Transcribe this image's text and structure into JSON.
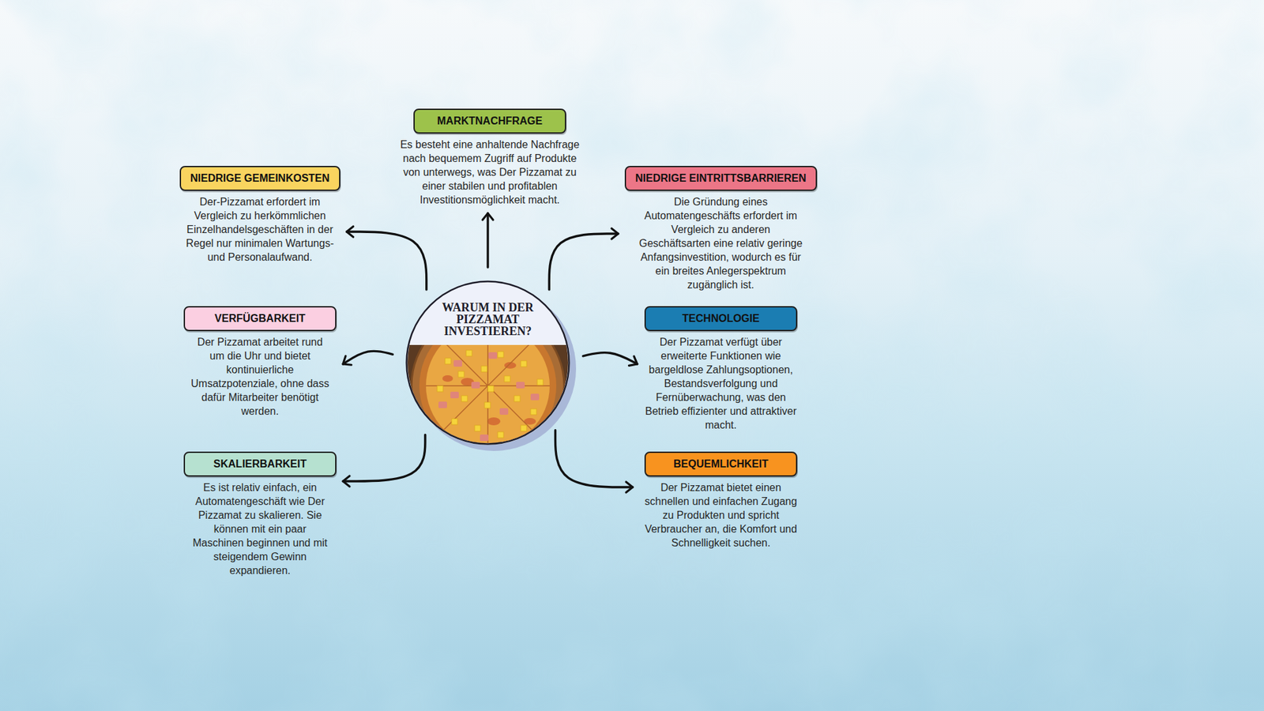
{
  "diagram": {
    "nodes": [
      {
        "text": [
          "MARKTNACHFRAGE",
          "Es besteht eine anhaltende Nachfrage nach bequemem Zugriff auf Produkte von unterwegs, was Der Pizzamat zu einer stabilen und profitablen Investitionsmöglichkeit macht."
        ]
      },
      {
        "text": [
          "NIEDRIGE GEMEINKOSTEN",
          "Der-Pizzamat erfordert im Vergleich zu herkömmlichen Einzelhandelsgeschäften in der Regel nur minimalen Wartungs- und Personalaufwand."
        ]
      },
      {
        "text": [
          "NIEDRIGE EINTRITTSBARRIEREN",
          "Die Gründung eines Automatengeschäfts erfordert im Vergleich zu anderen Geschäftsarten eine relativ geringe Anfangsinvestition, wodurch es für ein breites Anlegerspektrum zugänglich ist."
        ]
      },
      {
        "text": [
          "VERFÜGBARKEIT",
          "Der Pizzamat arbeitet rund um die Uhr und bietet kontinuierliche Umsatzpotenziale, ohne dass dafür Mitarbeiter benötigt werden."
        ]
      },
      {
        "text": [
          "WARUM IN DER PIZZAMAT INVESTIEREN?"
        ]
      },
      {
        "text": [
          "TECHNOLOGIE",
          "Der Pizzamat verfügt über erweiterte Funktionen wie bargeldlose Zahlungsoptionen, Bestandsverfolgung und Fernüberwachung, was den Betrieb effizienter und attraktiver macht."
        ]
      },
      {
        "text": [
          "SKALIERBARKEIT",
          "Es ist relativ einfach, ein Automatengeschäft wie Der Pizzamat zu skalieren. Sie können mit ein paar Maschinen beginnen und mit steigendem Gewinn expandieren."
        ]
      },
      {
        "text": [
          "BEQUEMLICHKEIT",
          "Der Pizzamat bietet einen schnellen und einfachen Zugang zu Produkten und spricht Verbraucher an, die Komfort und Schnelligkeit suchen."
        ]
      }
    ],
    "edges": [
      {
        "from": 4,
        "to": 0,
        "arrow": "to"
      },
      {
        "from": 4,
        "to": 1,
        "arrow": "to"
      },
      {
        "from": 4,
        "to": 2,
        "arrow": "to"
      },
      {
        "from": 4,
        "to": 3,
        "arrow": "to"
      },
      {
        "from": 4,
        "to": 5,
        "arrow": "to"
      },
      {
        "from": 4,
        "to": 6,
        "arrow": "to"
      },
      {
        "from": 4,
        "to": 7,
        "arrow": "to"
      }
    ]
  }
}
